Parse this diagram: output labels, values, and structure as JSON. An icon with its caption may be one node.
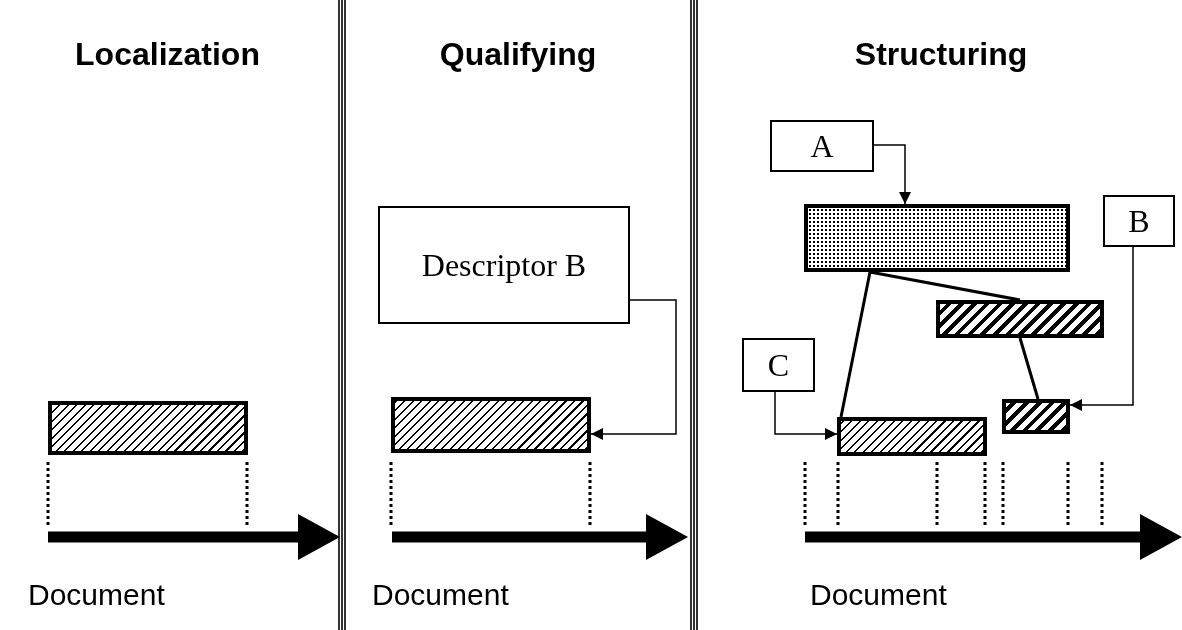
{
  "diagram": {
    "nodes": [
      {
        "text": [
          "Localization"
        ]
      },
      {
        "text": [],
        "shape": "bar",
        "in": 0
      },
      {
        "text": [
          "Qualifying"
        ]
      },
      {
        "text": [
          "Descriptor B"
        ],
        "in": 2
      },
      {
        "text": [],
        "shape": "bar",
        "in": 2
      },
      {
        "text": [
          "Structuring"
        ]
      },
      {
        "text": [
          "A"
        ],
        "in": 5
      },
      {
        "text": [],
        "shape": "bar",
        "in": 5
      },
      {
        "text": [
          "B"
        ],
        "in": 5
      },
      {
        "text": [],
        "shape": "bar",
        "in": 5
      },
      {
        "text": [
          "C"
        ],
        "in": 5
      },
      {
        "text": [],
        "shape": "bar",
        "in": 5
      },
      {
        "text": [],
        "shape": "bar",
        "in": 5
      }
    ],
    "edges": [
      {
        "from": 3,
        "to": 4,
        "arrow": "to"
      },
      {
        "from": 6,
        "to": 7,
        "arrow": "to"
      },
      {
        "from": 8,
        "to": 12,
        "arrow": "to"
      },
      {
        "from": 10,
        "to": 11,
        "arrow": "to"
      },
      {
        "from": 7,
        "to": 11,
        "arrow": "none"
      },
      {
        "from": 7,
        "to": 9,
        "arrow": "none"
      },
      {
        "from": 9,
        "to": 12,
        "arrow": "none"
      }
    ],
    "labels": [
      "Document",
      "Document",
      "Document"
    ]
  }
}
